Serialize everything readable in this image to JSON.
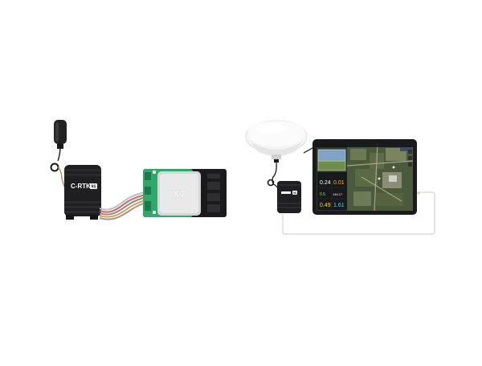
{
  "left_module": {
    "brand": "C-RTK",
    "badge": "9S"
  },
  "flight_controller": {
    "logo": "X7"
  },
  "right_module": {
    "badge": "9S"
  },
  "tablet": {
    "readouts": [
      {
        "value": "0.24",
        "color": "#ffffff"
      },
      {
        "value": "0.01",
        "color": "#ffb347"
      },
      {
        "value": "0.5",
        "color": "#8fd35a"
      },
      {
        "value": "146.17",
        "color": "#ffffff"
      },
      {
        "value": "0.49",
        "color": "#f5d442"
      },
      {
        "value": "1.61",
        "color": "#5ad1ff"
      }
    ]
  },
  "colors": {
    "module_body": "#1f1f21",
    "board_green": "#2fa86a",
    "antenna_dome": "#f2f2f2",
    "cable_white": "#e6e6e6"
  }
}
